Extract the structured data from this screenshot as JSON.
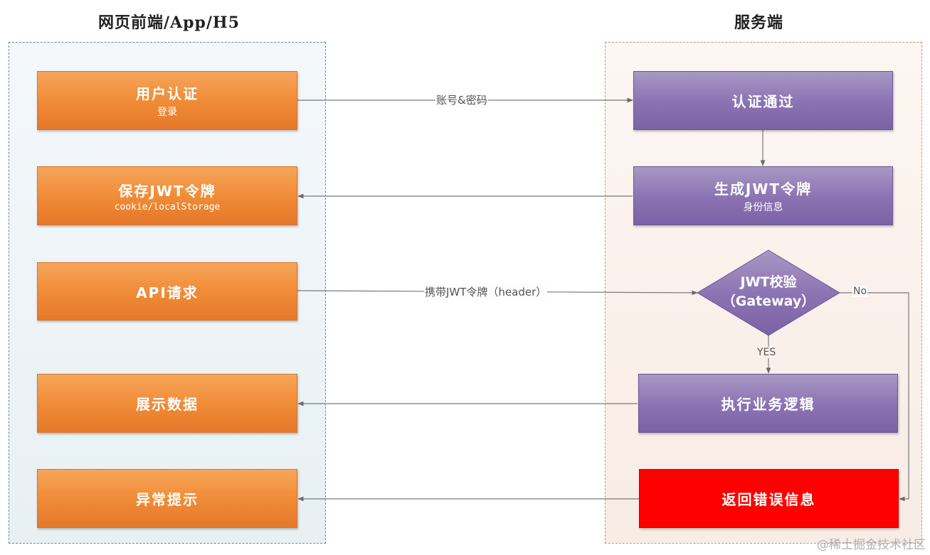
{
  "headers": {
    "client": "网页前端/App/H5",
    "server": "服务端"
  },
  "client_steps": [
    {
      "title": "用户认证",
      "subtitle": "登录"
    },
    {
      "title": "保存JWT令牌",
      "subtitle": "cookie/localStorage"
    },
    {
      "title": "API请求",
      "subtitle": ""
    },
    {
      "title": "展示数据",
      "subtitle": ""
    },
    {
      "title": "异常提示",
      "subtitle": ""
    }
  ],
  "server_steps": [
    {
      "title": "认证通过",
      "subtitle": ""
    },
    {
      "title": "生成JWT令牌",
      "subtitle": "身份信息"
    },
    {
      "title": "执行业务逻辑",
      "subtitle": ""
    },
    {
      "title": "返回错误信息",
      "subtitle": ""
    }
  ],
  "decision": {
    "line1": "JWT校验",
    "line2": "（Gateway）"
  },
  "edge_labels": {
    "credentials": "账号&密码",
    "carry_token": "携带JWT令牌（header）",
    "yes": "YES",
    "no": "No"
  },
  "colors": {
    "client_box": "#ef8a35",
    "server_box": "#8a72b2",
    "error_box": "#ff0000"
  },
  "watermark": "@稀土掘金技术社区"
}
